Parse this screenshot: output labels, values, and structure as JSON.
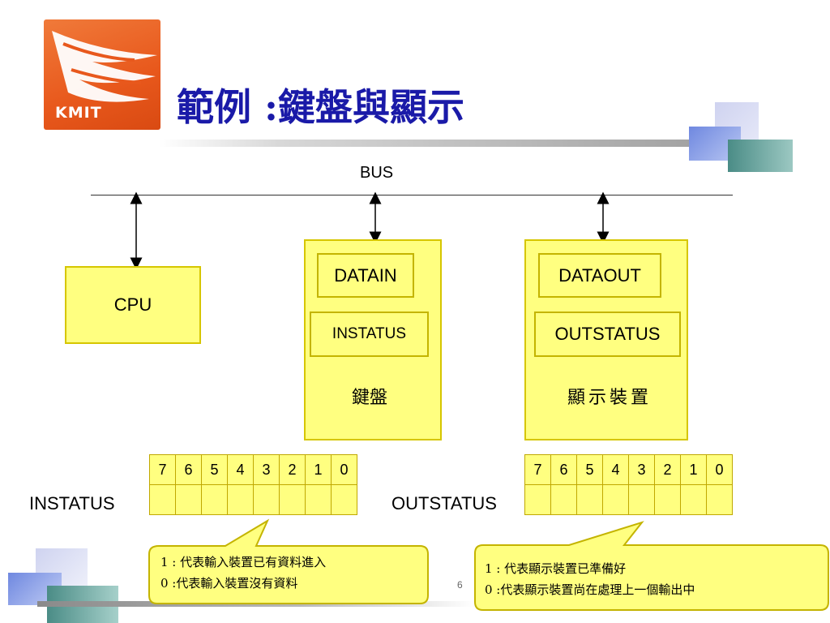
{
  "logo": {
    "text": "KMIT"
  },
  "slide": {
    "title": "範例 :鍵盤與顯示",
    "page_number": "6"
  },
  "diagram": {
    "bus_label": "BUS",
    "cpu_label": "CPU",
    "keyboard": {
      "datain_label": "DATAIN",
      "instatus_label": "INSTATUS",
      "device_label": "鍵盤"
    },
    "display": {
      "dataout_label": "DATAOUT",
      "outstatus_label": "OUTSTATUS",
      "device_label": "顯示裝置"
    },
    "instatus_register": {
      "label": "INSTATUS",
      "bits": [
        "7",
        "6",
        "5",
        "4",
        "3",
        "2",
        "1",
        "0"
      ]
    },
    "outstatus_register": {
      "label": "OUTSTATUS",
      "bits": [
        "7",
        "6",
        "5",
        "4",
        "3",
        "2",
        "1",
        "0"
      ]
    },
    "callout_left": {
      "line1": "1 : 代表輸入裝置已有資料進入",
      "line2": "0 :代表輸入裝置沒有資料"
    },
    "callout_right": {
      "line1": "1 : 代表顯示裝置已準備好",
      "line2": "0 :代表顯示裝置尚在處理上一個輸出中"
    }
  },
  "colors": {
    "box_fill": "#ffff80",
    "box_border": "#d6c600",
    "title": "#1a1aa8",
    "logo": "#e8581c"
  }
}
